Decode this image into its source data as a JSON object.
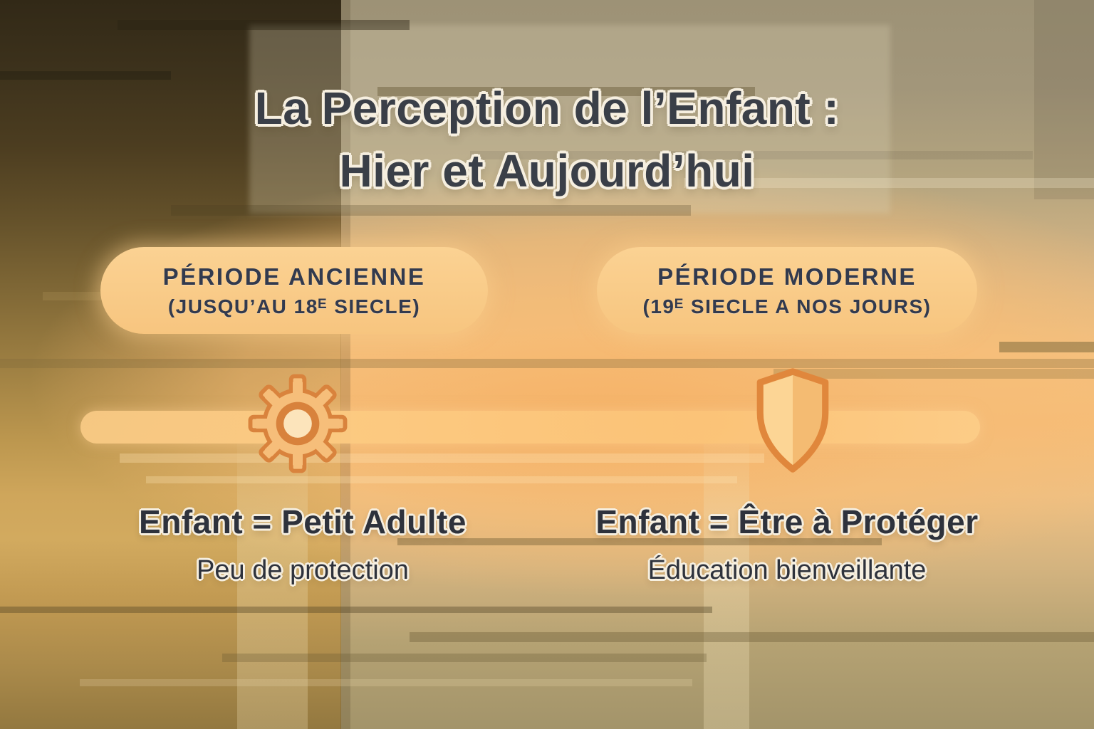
{
  "title": {
    "line1": "La Perception de l’Enfant :",
    "line2": "Hier et Aujourd’hui"
  },
  "periods": [
    {
      "badge": "PÉRIODE ANCIENNE",
      "badge_sub": "(JUSQU’AU 18ᴱ SIECLE)",
      "icon": "gear-icon",
      "statement": "Enfant = Petit Adulte",
      "detail": "Peu de protection"
    },
    {
      "badge": "PÉRIODE MODERNE",
      "badge_sub": "(19ᴱ SIECLE A NOS JOURS)",
      "icon": "shield-icon",
      "statement": "Enfant = Être à Protéger",
      "detail": "Éducation bienveillante"
    }
  ],
  "colors": {
    "accent_orange": "#e0873c",
    "icon_fill_light": "#f6be7a",
    "icon_fill_dark": "#d8823c",
    "pill_fill": "#f9c985",
    "timeline_bar": "#fdcd87",
    "title_text": "#3a3f48",
    "body_text": "#2e323c",
    "text_outline": "#f6efe0"
  }
}
